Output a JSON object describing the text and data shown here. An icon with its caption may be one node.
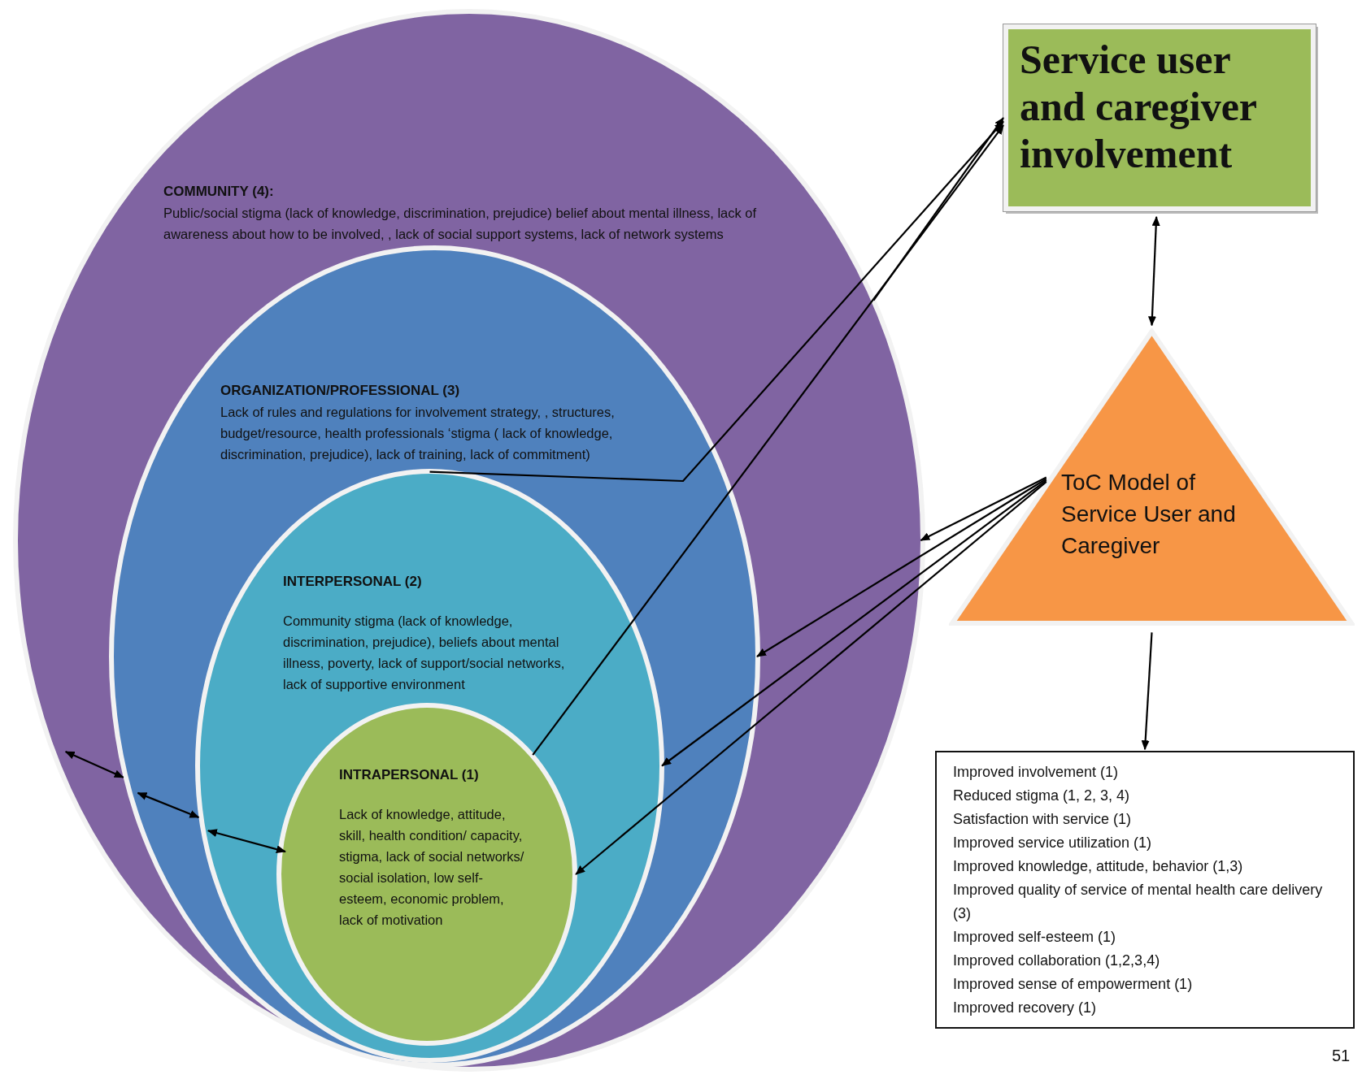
{
  "diagram": {
    "nodes": [
      {
        "text": [
          "COMMUNITY (4):",
          "Public/social stigma (lack of knowledge, discrimination, prejudice) belief about mental illness, lack of awareness about how to be involved, , lack of social support systems, lack of network systems"
        ]
      },
      {
        "text": [
          "ORGANIZATION/PROFESSIONAL (3)",
          "Lack of rules and regulations for involvement strategy, , structures, budget/resource, health professionals ‘stigma ( lack of knowledge, discrimination, prejudice), lack of training, lack of commitment)"
        ],
        "in": 0
      },
      {
        "text": [
          "INTERPERSONAL (2)",
          "Community stigma (lack of knowledge, discrimination, prejudice), beliefs about mental illness, poverty, lack of support/social networks, lack of supportive environment"
        ],
        "in": 1
      },
      {
        "text": [
          "INTRAPERSONAL (1)",
          "Lack of knowledge, attitude, skill, health condition/ capacity, stigma, lack of social networks/ social isolation, low self-esteem, economic problem, lack of motivation"
        ],
        "in": 2
      },
      {
        "text": [
          "Service user and caregiver involvement"
        ]
      },
      {
        "text": [
          "ToC Model of Service User and Caregiver"
        ]
      },
      {
        "text": [
          "Improved involvement (1)",
          "Reduced stigma (1, 2, 3, 4)",
          "Satisfaction with service (1)",
          "Improved service utilization (1)",
          "Improved knowledge, attitude, behavior (1,3)",
          "Improved quality of service of mental health care delivery (3)",
          "Improved self-esteem (1)",
          "Improved collaboration (1,2,3,4)",
          "Improved sense of empowerment (1)",
          "Improved recovery (1)"
        ]
      }
    ],
    "edges": [
      {
        "from": 0,
        "to": 4,
        "arrow": "to"
      },
      {
        "from": 2,
        "to": 4,
        "arrow": "to"
      },
      {
        "from": 3,
        "to": 4,
        "arrow": "to"
      },
      {
        "from": 4,
        "to": 5,
        "arrow": "both"
      },
      {
        "from": 5,
        "to": 0,
        "arrow": "to"
      },
      {
        "from": 5,
        "to": 1,
        "arrow": "to"
      },
      {
        "from": 5,
        "to": 2,
        "arrow": "to"
      },
      {
        "from": 5,
        "to": 3,
        "arrow": "to"
      },
      {
        "from": 5,
        "to": 6,
        "arrow": "to"
      },
      {
        "from": 0,
        "to": 1,
        "arrow": "both"
      },
      {
        "from": 1,
        "to": 2,
        "arrow": "both"
      },
      {
        "from": 2,
        "to": 3,
        "arrow": "both"
      }
    ],
    "labels": [
      "51"
    ]
  }
}
